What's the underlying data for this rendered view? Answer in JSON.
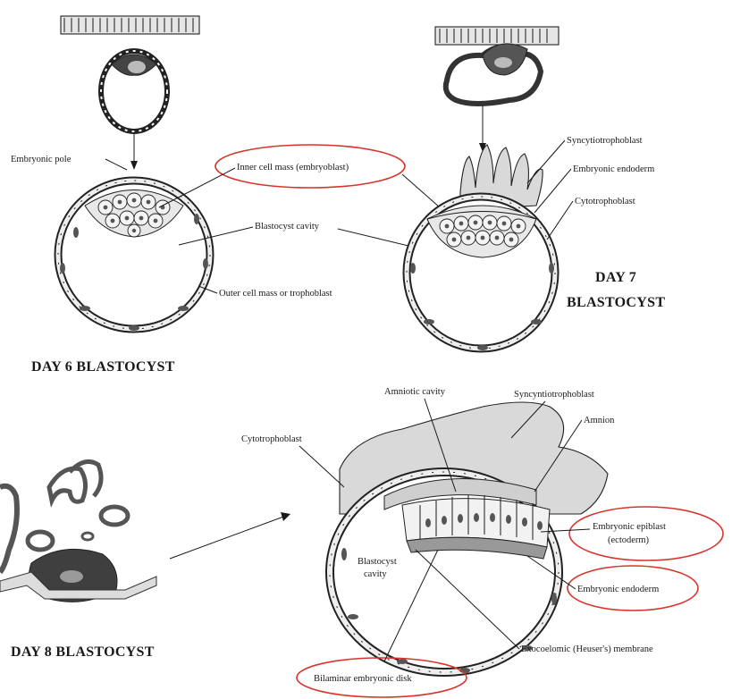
{
  "labels": {
    "embryonic_pole": "Embryonic pole",
    "inner_cell_mass": "Inner cell mass (embryoblast)",
    "blastocyst_cavity_d6": "Blastocyst cavity",
    "outer_cell_mass": "Outer cell mass or trophoblast",
    "day6": "DAY 6 BLASTOCYST",
    "syncytiotrophoblast_d7": "Syncytiotrophoblast",
    "embryonic_endoderm_d7": "Embryonic endoderm",
    "cytotrophoblast_d7": "Cytotrophoblast",
    "day7_line1": "DAY 7",
    "day7_line2": "BLASTOCYST",
    "amniotic_cavity": "Amniotic cavity",
    "syncytiotrophoblast_d8": "Syncyntiotrophoblast",
    "amnion": "Amnion",
    "cytotrophoblast_d8": "Cytotrophoblast",
    "embryonic_epiblast_1": "Embryonic epiblast",
    "embryonic_epiblast_2": "(ectoderm)",
    "blastocyst_cavity_d8_1": "Blastocyst",
    "blastocyst_cavity_d8_2": "cavity",
    "embryonic_endoderm_d8": "Embryonic endoderm",
    "exocoelomic_membrane": "Exocoelomic (Heuser's) membrane",
    "day8": "DAY 8 BLASTOCYST",
    "bilaminar_disk": "Bilaminar embryonic disk"
  },
  "colors": {
    "highlight": "#d9342b",
    "ink": "#1a1a1a"
  }
}
